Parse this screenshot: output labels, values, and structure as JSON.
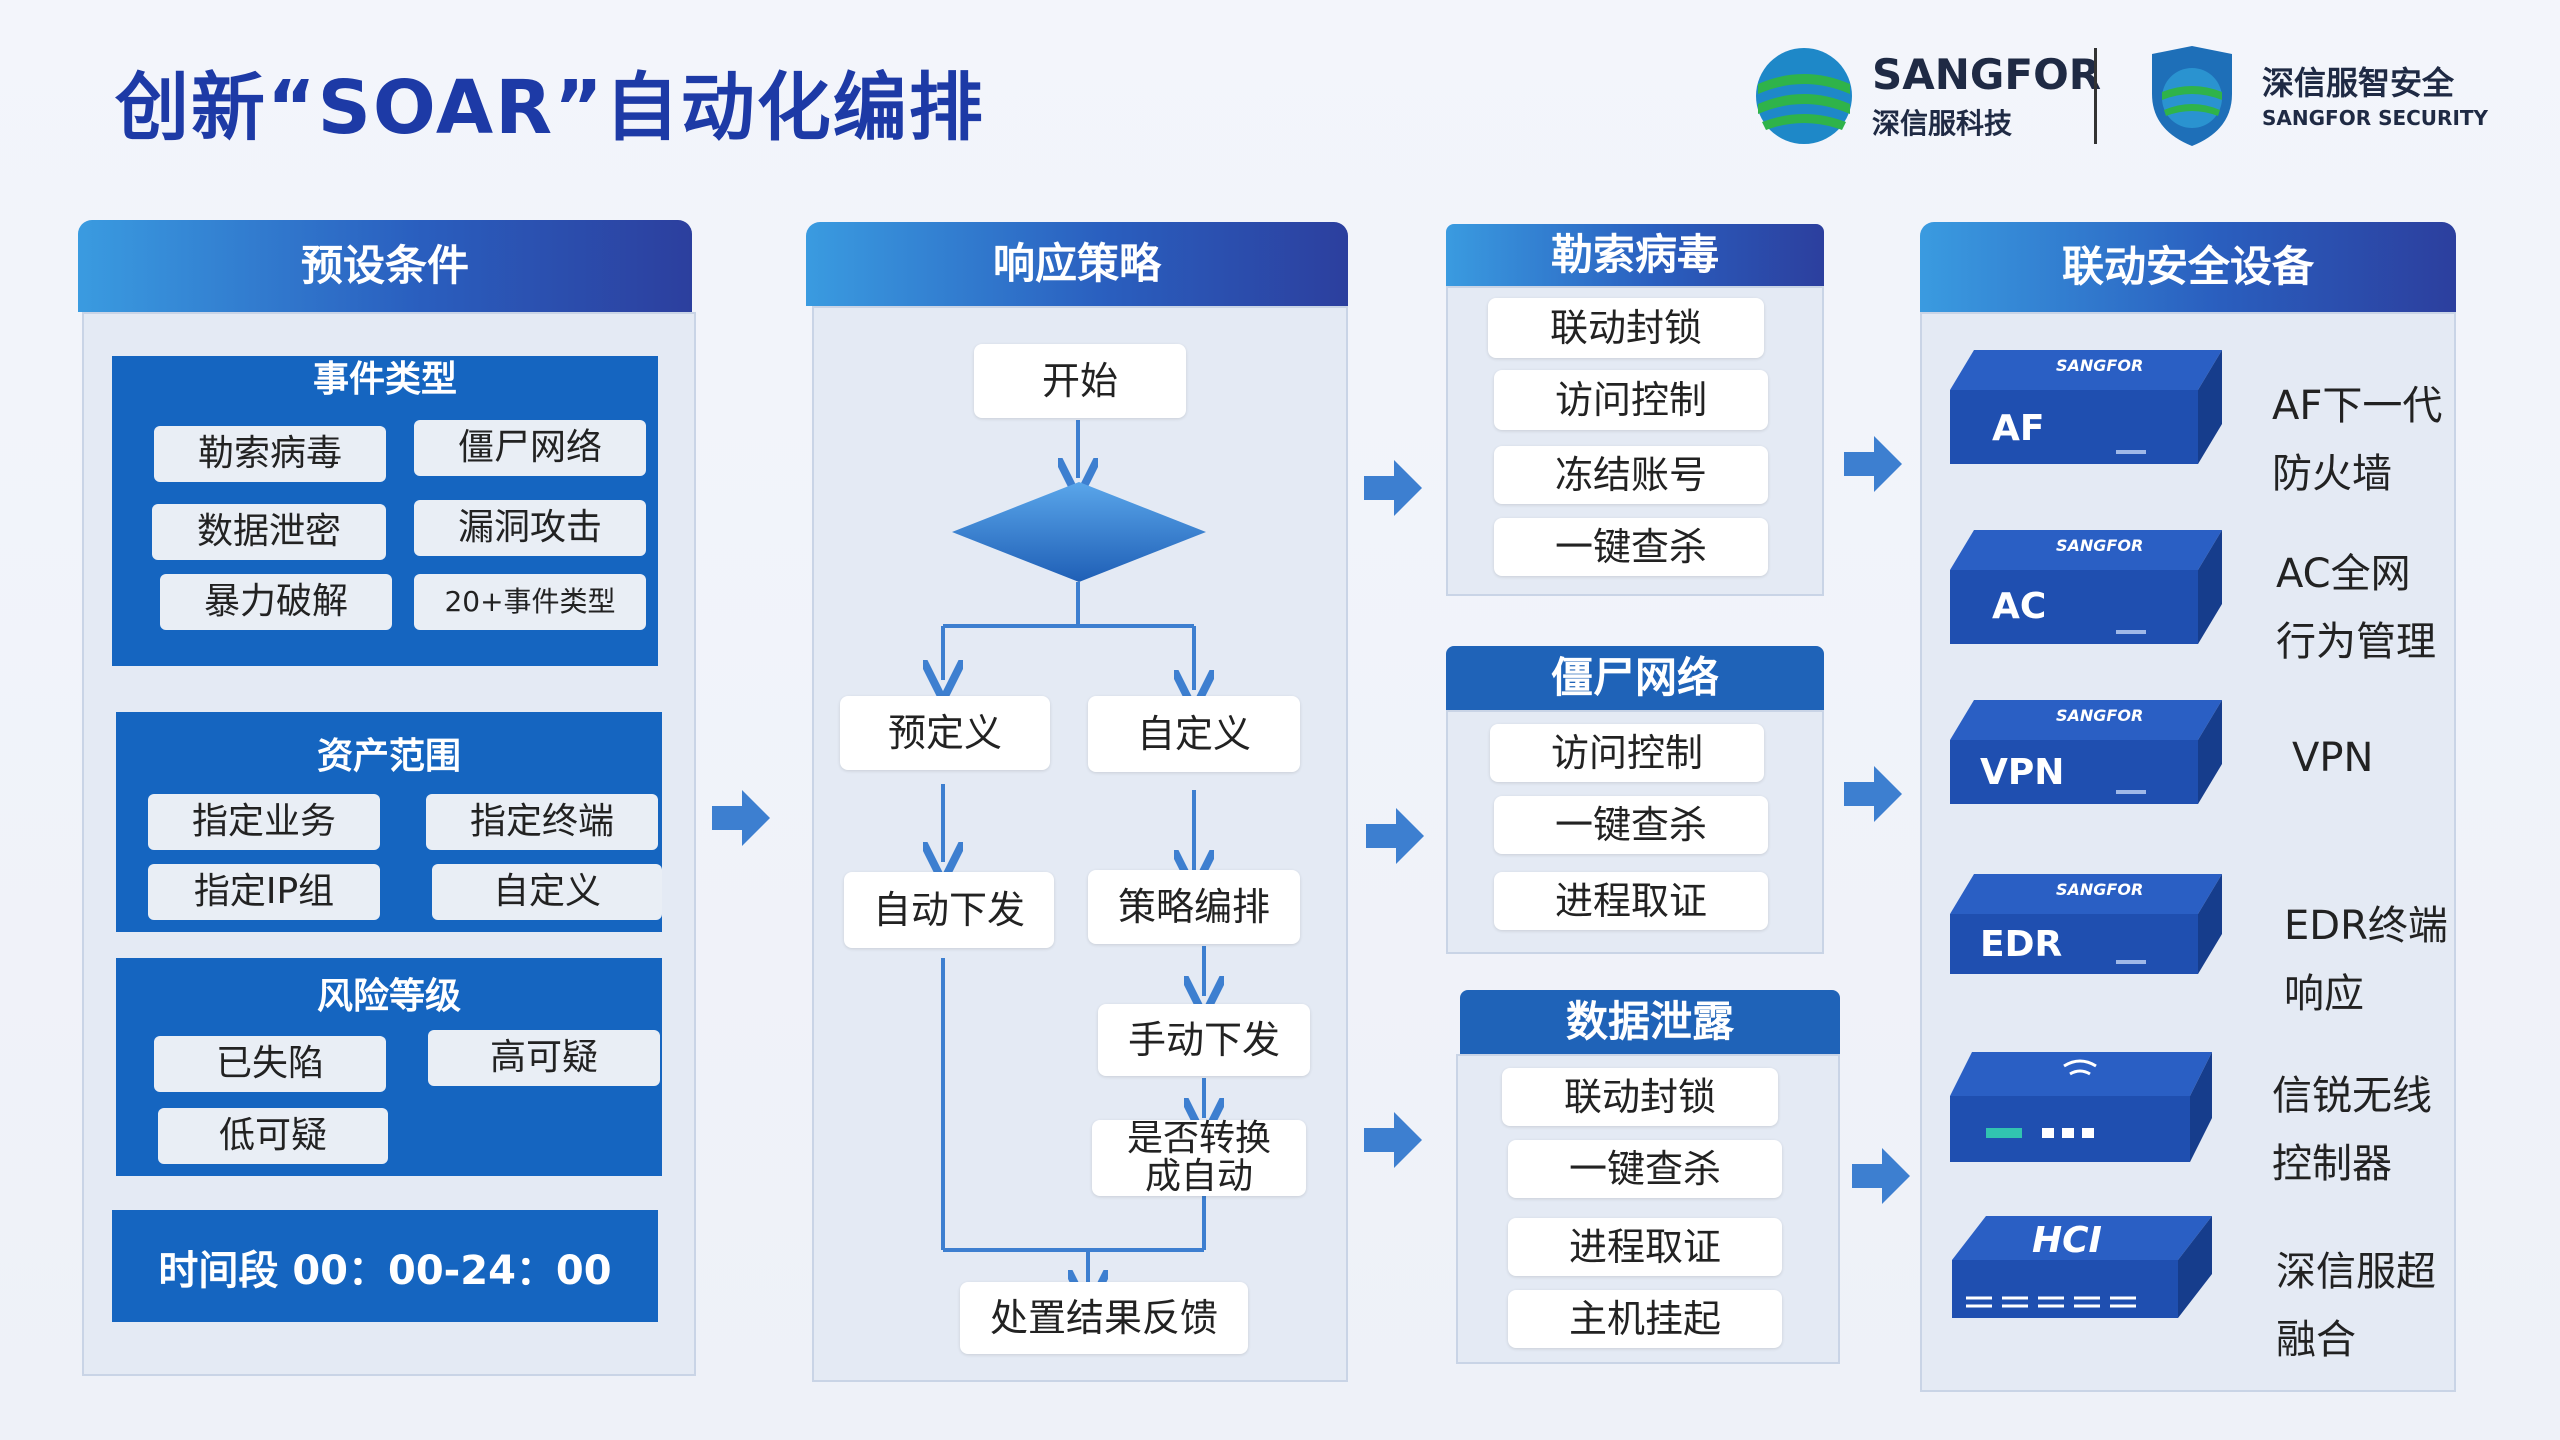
{
  "title": "创新“SOAR”自动化编排",
  "logos": {
    "sangfor_brand": "SANGFOR",
    "sangfor_cn": "深信服科技",
    "security_cn": "深信服智安全",
    "security_en": "SANGFOR SECURITY"
  },
  "columns": {
    "preset": {
      "header": "预设条件",
      "event_types": {
        "title": "事件类型",
        "items": [
          "勒索病毒",
          "僵尸网络",
          "数据泄密",
          "漏洞攻击",
          "暴力破解",
          "20+事件类型"
        ]
      },
      "asset_scope": {
        "title": "资产范围",
        "items": [
          "指定业务",
          "指定终端",
          "指定IP组",
          "自定义"
        ]
      },
      "risk_level": {
        "title": "风险等级",
        "items": [
          "已失陷",
          "高可疑",
          "低可疑"
        ]
      },
      "time_range": "时间段 00：00-24：00"
    },
    "strategy": {
      "header": "响应策略",
      "start": "开始",
      "predefined": "预定义",
      "custom": "自定义",
      "auto_dispatch": "自动下发",
      "orchestration": "策略编排",
      "manual_dispatch": "手动下发",
      "convert_auto": "是否转换成自动",
      "feedback": "处置结果反馈"
    },
    "threats": [
      {
        "name": "勒索病毒",
        "actions": [
          "联动封锁",
          "访问控制",
          "冻结账号",
          "一键查杀"
        ]
      },
      {
        "name": "僵尸网络",
        "actions": [
          "访问控制",
          "一键查杀",
          "进程取证"
        ]
      },
      {
        "name": "数据泄露",
        "actions": [
          "联动封锁",
          "一键查杀",
          "进程取证",
          "主机挂起"
        ]
      }
    ],
    "devices": {
      "header": "联动安全设备",
      "items": [
        {
          "tag": "AF",
          "brand": "SANGFOR",
          "label1": "AF下一代",
          "label2": "防火墙"
        },
        {
          "tag": "AC",
          "brand": "SANGFOR",
          "label1": "AC全网",
          "label2": "行为管理"
        },
        {
          "tag": "VPN",
          "brand": "SANGFOR",
          "label1": "VPN",
          "label2": ""
        },
        {
          "tag": "EDR",
          "brand": "SANGFOR",
          "label1": "EDR终端",
          "label2": "响应"
        },
        {
          "tag": "",
          "brand": "",
          "label1": "信锐无线",
          "label2": "控制器"
        },
        {
          "tag": "HCI",
          "brand": "",
          "label1": "深信服超",
          "label2": "融合"
        }
      ]
    }
  },
  "colors": {
    "title": "#1d3aa6",
    "box_blue": "#1565c0",
    "frame": "#e4eaf4",
    "arrow": "#3d7fd0"
  }
}
